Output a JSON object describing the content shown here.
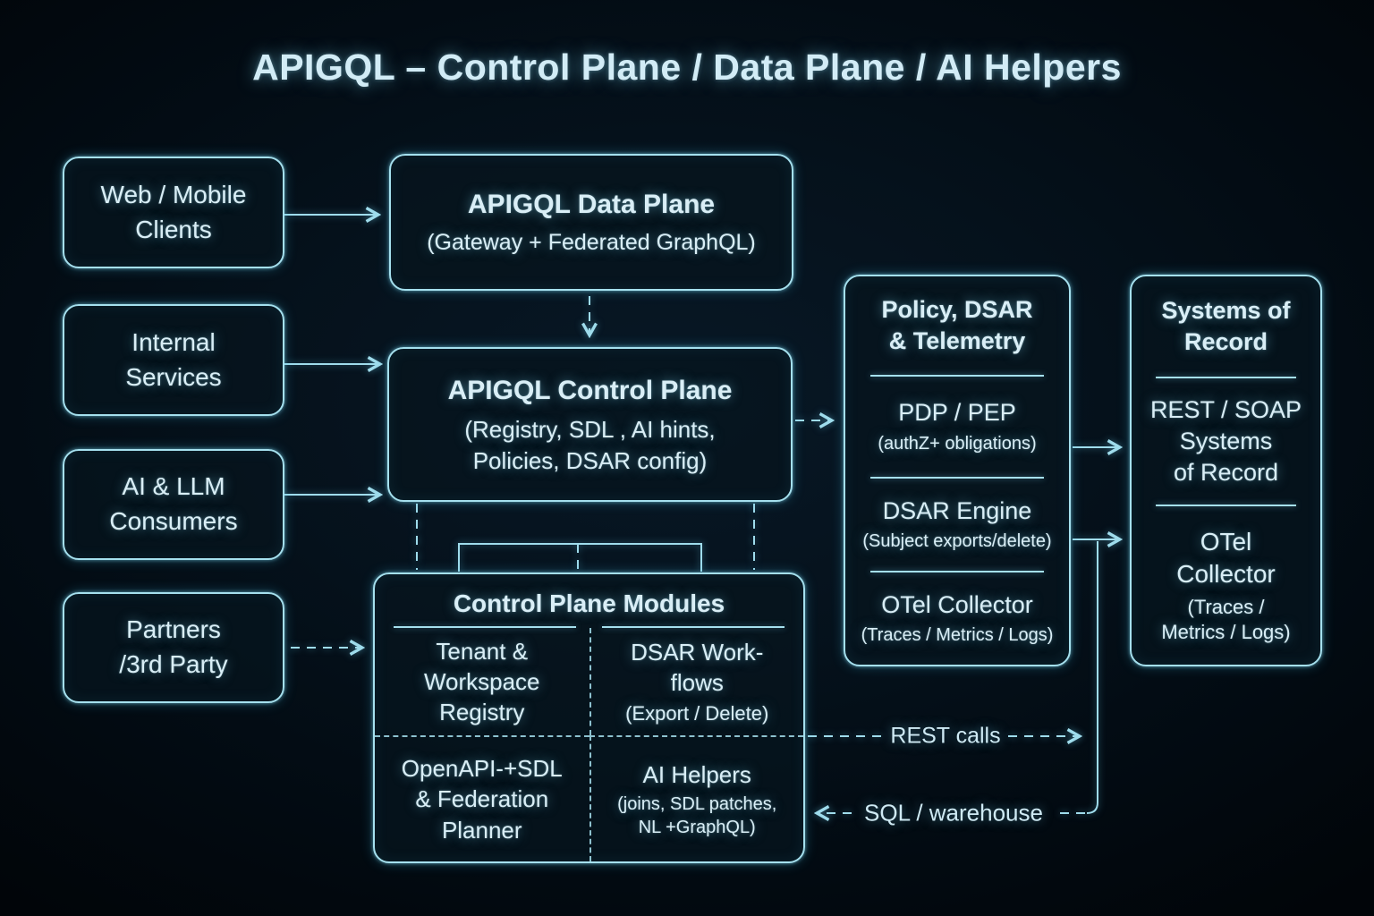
{
  "title": "APIGQL – Control Plane / Data Plane / AI Helpers",
  "colors": {
    "background": "#02080e",
    "box_fill": "#07141d",
    "stroke": "#a5e0ee",
    "text": "#d9eef6"
  },
  "nodes": {
    "web_mobile": {
      "label": "Web / Mobile\nClients"
    },
    "internal": {
      "label": "Internal\nServices"
    },
    "ai_llm": {
      "label": "AI & LLM\nConsumers"
    },
    "partners": {
      "label": "Partners\n/3rd Party"
    },
    "data_plane": {
      "title": "APIGQL Data Plane",
      "subtitle": "(Gateway + Federated GraphQL)"
    },
    "control_plane": {
      "title": "APIGQL Control Plane",
      "subtitle": "(Registry, SDL , AI hints,\nPolicies, DSAR config)"
    },
    "modules": {
      "title": "Control Plane Modules",
      "cells": {
        "tenant": {
          "title": "Tenant &\nWorkspace\nRegistry"
        },
        "dsar_workflows": {
          "title": "DSAR Work-\nflows",
          "subtitle": "(Export / Delete)"
        },
        "openapi": {
          "title": "OpenAPI-+SDL\n& Federation\nPlanner"
        },
        "ai_helpers": {
          "title": "AI Helpers",
          "subtitle": "(joins, SDL patches,\nNL +GraphQL)"
        }
      }
    },
    "policy": {
      "title": "Policy, DSAR\n& Telemetry",
      "sections": [
        {
          "title": "PDP / PEP",
          "subtitle": "(authZ+ obligations)"
        },
        {
          "title": "DSAR Engine",
          "subtitle": "(Subject exports/delete)"
        },
        {
          "title": "OTel Collector",
          "subtitle": "(Traces / Metrics / Logs)"
        }
      ]
    },
    "systems_of_record": {
      "title": "Systems of\nRecord",
      "sections": [
        {
          "title": "REST / SOAP\nSystems\nof Record",
          "subtitle": ""
        },
        {
          "title": "OTel\nCollector",
          "subtitle": "(Traces /\nMetrics / Logs)"
        }
      ]
    }
  },
  "edge_labels": {
    "rest_calls": "REST calls",
    "sql_warehouse": "SQL / warehouse"
  }
}
